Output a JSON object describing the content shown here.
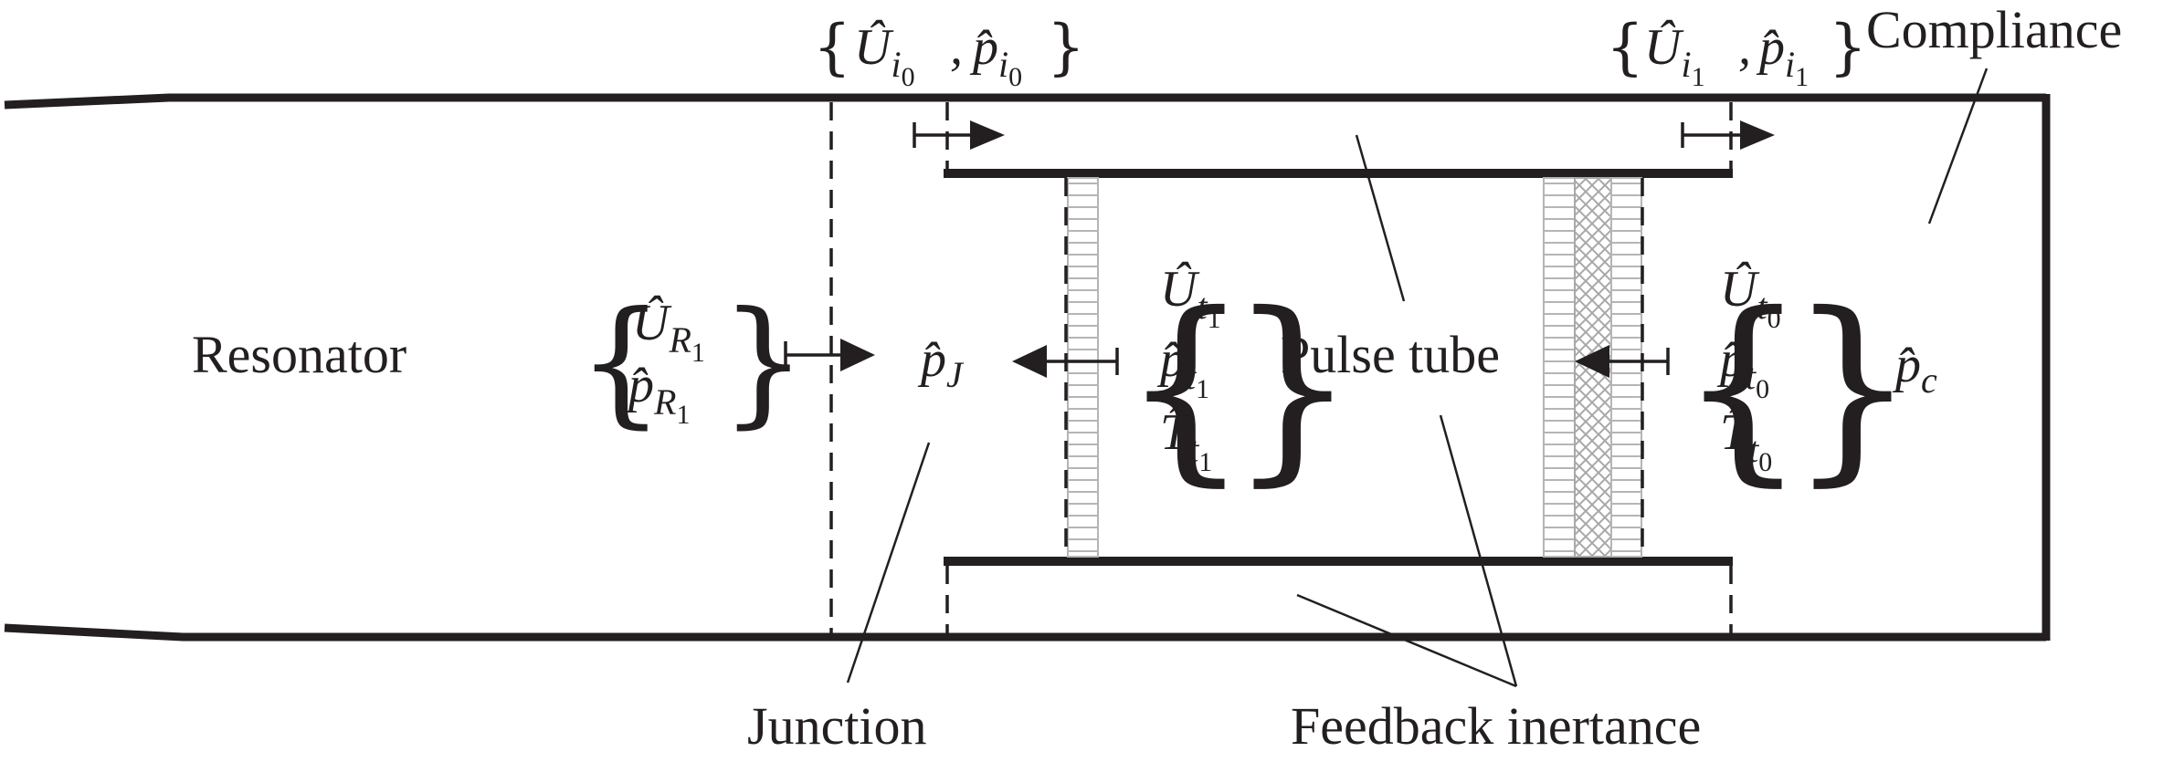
{
  "labels": {
    "resonator": "Resonator",
    "pulse_tube": "Pulse tube",
    "compliance": "Compliance",
    "junction": "Junction",
    "feedback_inertance": "Feedback inertance"
  },
  "symbols": {
    "inlet0_U": "Û",
    "inlet0_U_sub": "i",
    "inlet0_U_subsub": "0",
    "inlet0_p": "p̂",
    "inlet0_p_sub": "i",
    "inlet0_p_subsub": "0",
    "inlet1_U": "Û",
    "inlet1_U_sub": "i",
    "inlet1_U_subsub": "1",
    "inlet1_p": "p̂",
    "inlet1_p_sub": "i",
    "inlet1_p_subsub": "1",
    "res_U": "Û",
    "res_U_sub": "R",
    "res_U_subsub": "1",
    "res_p": "p̂",
    "res_p_sub": "R",
    "res_p_subsub": "1",
    "junction_p": "p̂",
    "junction_p_sub": "J",
    "tube1_U": "Û",
    "tube1_U_sub": "t",
    "tube1_U_subsub": "1",
    "tube1_p": "p̂",
    "tube1_p_sub": "t",
    "tube1_p_subsub": "1",
    "tube1_T": "T̂",
    "tube1_T_sub": "t",
    "tube1_T_subsub": "1",
    "tube0_U": "Û",
    "tube0_U_sub": "t",
    "tube0_U_subsub": "0",
    "tube0_p": "p̂",
    "tube0_p_sub": "t",
    "tube0_p_subsub": "0",
    "tube0_T": "T̂",
    "tube0_T_sub": "t",
    "tube0_T_subsub": "0",
    "compliance_p": "p̂",
    "compliance_p_sub": "c",
    "comma": ","
  }
}
